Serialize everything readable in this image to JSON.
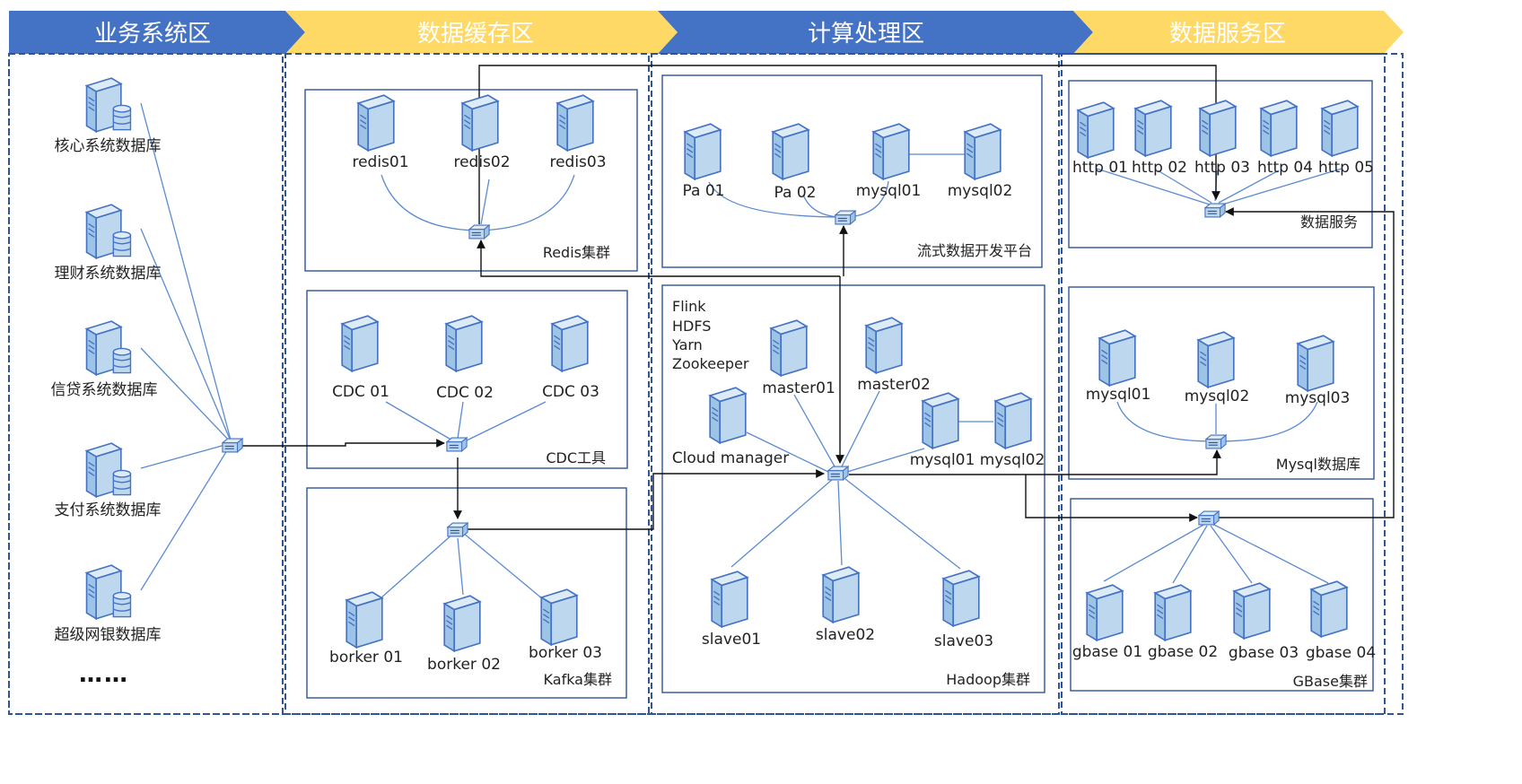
{
  "zones": [
    {
      "key": "business",
      "title": "业务系统区",
      "color": "#4472C4"
    },
    {
      "key": "cache",
      "title": "数据缓存区",
      "color": "#FFD966"
    },
    {
      "key": "compute",
      "title": "计算处理区",
      "color": "#4472C4"
    },
    {
      "key": "service",
      "title": "数据服务区",
      "color": "#FFD966"
    }
  ],
  "business": {
    "databases": [
      "核心系统数据库",
      "理财系统数据库",
      "信贷系统数据库",
      "支付系统数据库",
      "超级网银数据库"
    ],
    "more": "……"
  },
  "groups": {
    "redis": {
      "label": "Redis集群",
      "nodes": [
        "redis01",
        "redis02",
        "redis03"
      ]
    },
    "cdc": {
      "label": "CDC工具",
      "nodes": [
        "CDC 01",
        "CDC 02",
        "CDC 03"
      ]
    },
    "kafka": {
      "label": "Kafka集群",
      "nodes": [
        "borker 01",
        "borker 02",
        "borker 03"
      ]
    },
    "stream": {
      "label": "流式数据开发平台",
      "nodes": [
        "Pa 01",
        "Pa 02",
        "mysql01",
        "mysql02"
      ]
    },
    "hadoop": {
      "label": "Hadoop集群",
      "services": [
        "Flink",
        "HDFS",
        "Yarn",
        "Zookeeper"
      ],
      "nodes": [
        "Cloud manager",
        "master01",
        "master02",
        "mysql01",
        "mysql02",
        "slave01",
        "slave02",
        "slave03"
      ]
    },
    "http": {
      "label": "数据服务",
      "nodes": [
        "http 01",
        "http 02",
        "http 03",
        "http 04",
        "http 05"
      ]
    },
    "mysql": {
      "label": "Mysql数据库",
      "nodes": [
        "mysql01",
        "mysql02",
        "mysql03"
      ]
    },
    "gbase": {
      "label": "GBase集群",
      "nodes": [
        "gbase 01",
        "gbase 02",
        "gbase 03",
        "gbase 04"
      ]
    }
  },
  "colors": {
    "zone_blue": "#4472C4",
    "zone_yellow": "#FFD966",
    "border": "#2F5597",
    "line": "#5B8BD0",
    "arrow": "#111111",
    "server_fill": "#BDD7EE",
    "server_dark": "#7FA7D9"
  },
  "icons": {
    "server": "server-icon",
    "database_server": "database-server-icon",
    "switch": "switch-icon"
  }
}
